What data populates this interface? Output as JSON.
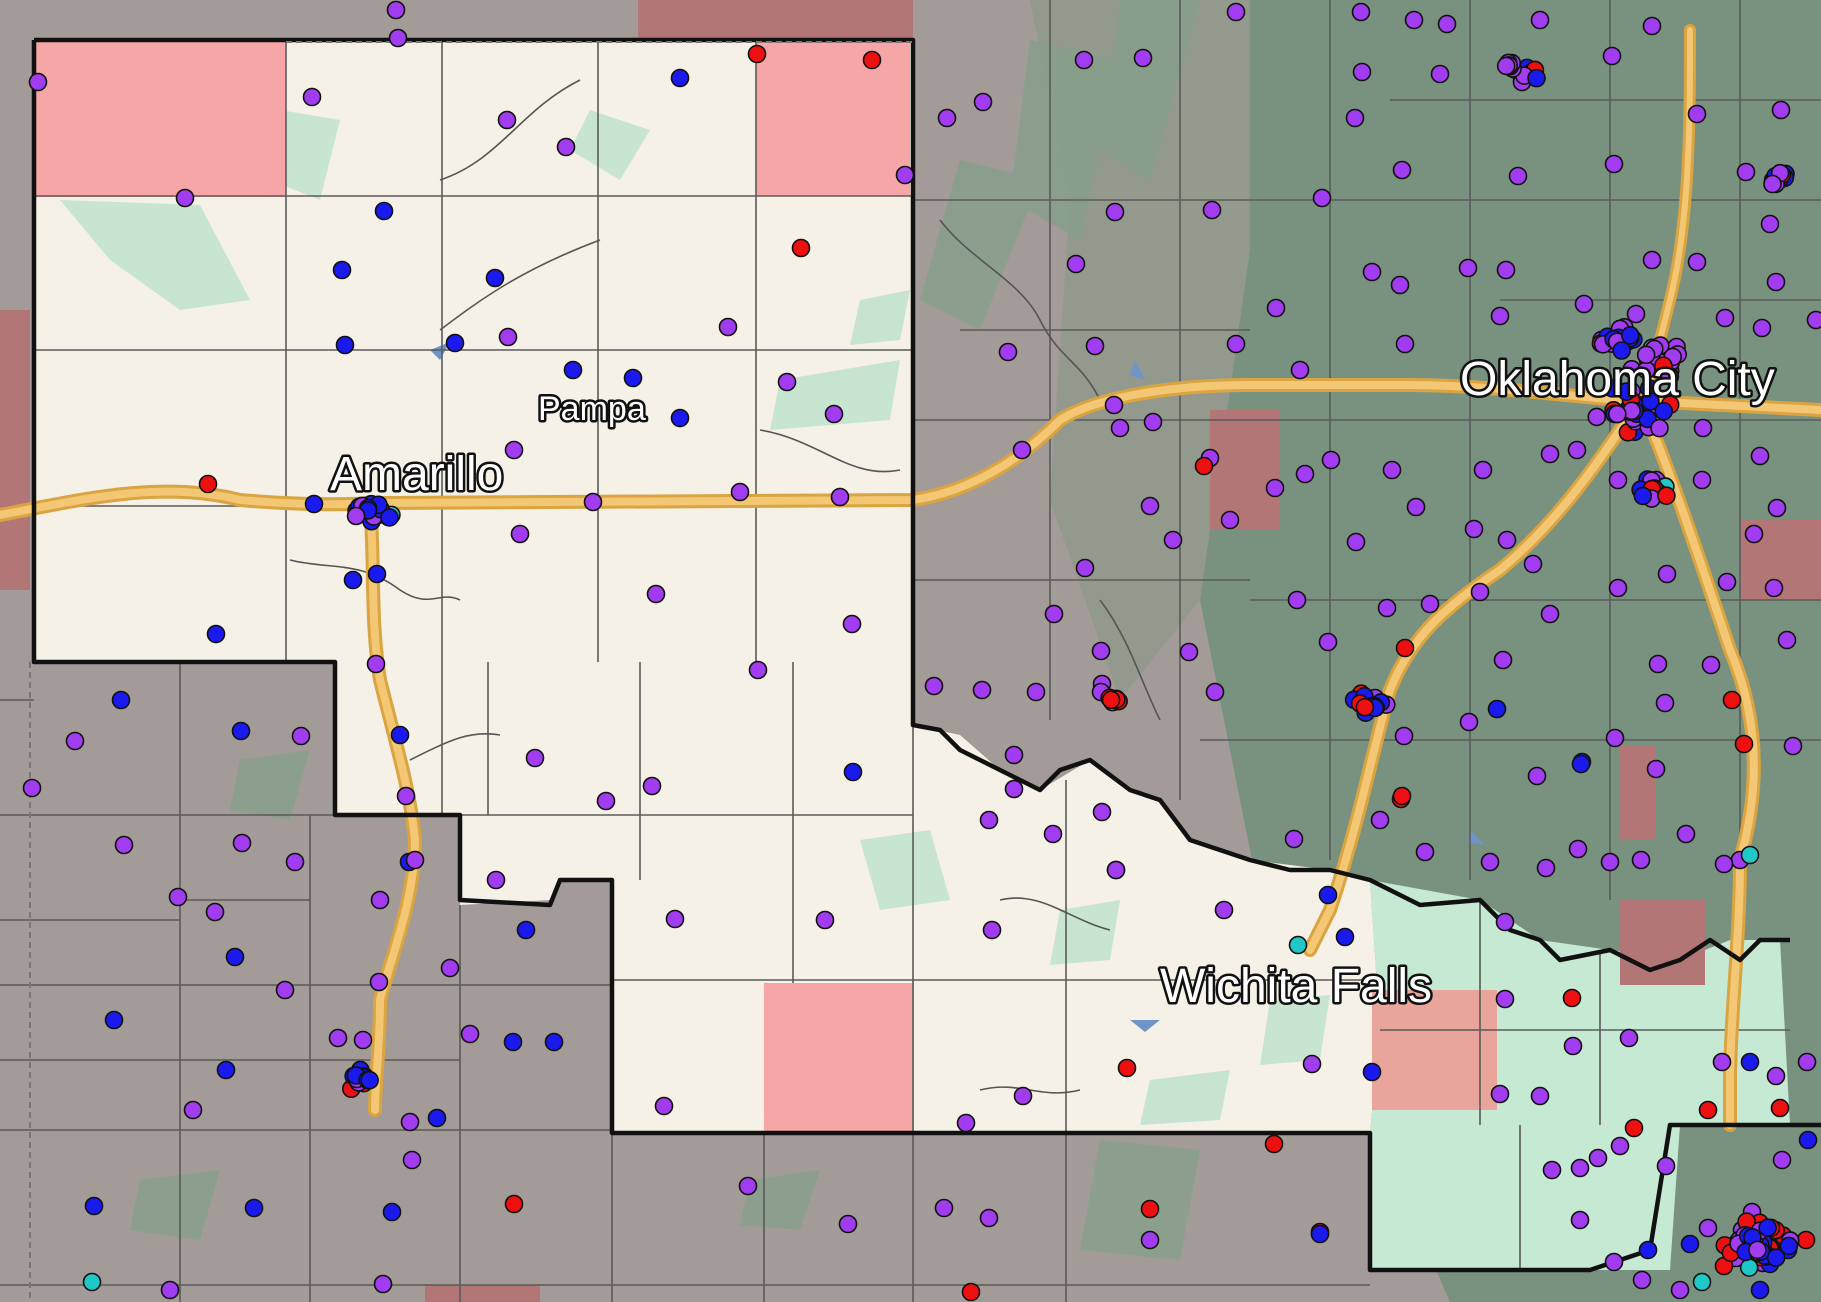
{
  "map": {
    "colors": {
      "outside": "#a39b97",
      "outside_forest": "#78927f",
      "focus": "#f6f1e6",
      "focus_forest": "#c3e3cf",
      "green_area": "#c6e9d4",
      "highlight": "#f6a6a6",
      "highlight_dark": "#b37676",
      "county_line": "#5a5a5a",
      "district_line": "#111111",
      "highway": "#f3c773",
      "highway_edge": "#d9a441",
      "water": "#6e94c8"
    },
    "labels": {
      "oklahoma_city": "Oklahoma City",
      "amarillo": "Amarillo",
      "pampa": "Pampa",
      "wichita_falls": "Wichita Falls"
    },
    "legend_marker_types": [
      {
        "name": "purple",
        "color": "#a23cf0"
      },
      {
        "name": "blue",
        "color": "#1a1aee"
      },
      {
        "name": "red",
        "color": "#ee1010"
      },
      {
        "name": "cyan",
        "color": "#20c7c7"
      }
    ]
  }
}
